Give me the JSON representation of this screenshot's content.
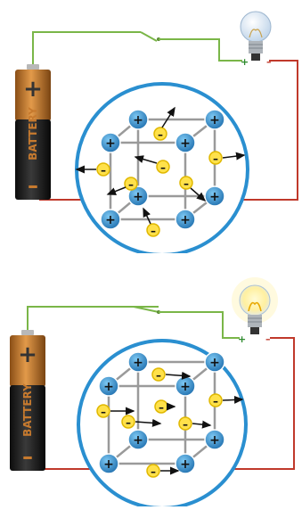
{
  "signs": {
    "plus": "+",
    "minus": "–"
  },
  "colors": {
    "wire_switch_side": "#7ab648",
    "wire_return_side": "#c0392b",
    "battery_top": "#c77a2e",
    "battery_body": "#1e1e1e",
    "ion_blue": "#2a8fd0",
    "electron_yellow": "#ffe14a",
    "lattice_grey": "#9a9a9a",
    "circle_border": "#2a8fd0",
    "bulb_glow": "#fff3a8"
  },
  "panels": [
    {
      "battery": {
        "label": "BATTERY",
        "plus": "+",
        "minus": "–"
      },
      "switch_state": "open",
      "bulb_state": "off",
      "bulb_terminals": {
        "plus": "+",
        "minus": "–"
      },
      "electron_motion": "random"
    },
    {
      "battery": {
        "label": "BATTERY",
        "plus": "+",
        "minus": "–"
      },
      "switch_state": "closed",
      "bulb_state": "lit",
      "bulb_terminals": {
        "plus": "+",
        "minus": "–"
      },
      "electron_motion": "directed"
    }
  ]
}
